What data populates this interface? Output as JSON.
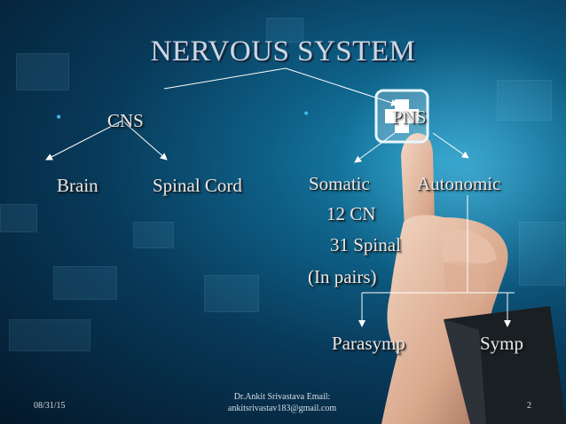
{
  "title": "NERVOUS SYSTEM",
  "cns": {
    "label": "CNS",
    "children": [
      "Brain",
      "Spinal Cord"
    ]
  },
  "pns": {
    "label": "PNS",
    "somatic": {
      "label": "Somatic",
      "details": [
        "12 CN",
        "31 Spinal",
        "(In pairs)"
      ]
    },
    "autonomic": {
      "label": "Autonomic",
      "children": [
        "Parasymp",
        "Symp"
      ]
    }
  },
  "footer": {
    "date": "08/31/15",
    "author_line1": "Dr.Ankit Srivastava Email:",
    "author_line2": "ankitsrivastav183@gmail.com",
    "page": "2"
  },
  "colors": {
    "background": "#0b4c70",
    "text": "#e8e8e8",
    "bullet": "#3fb7e8"
  },
  "icons": {
    "medical_cross": "medical-cross-icon"
  }
}
